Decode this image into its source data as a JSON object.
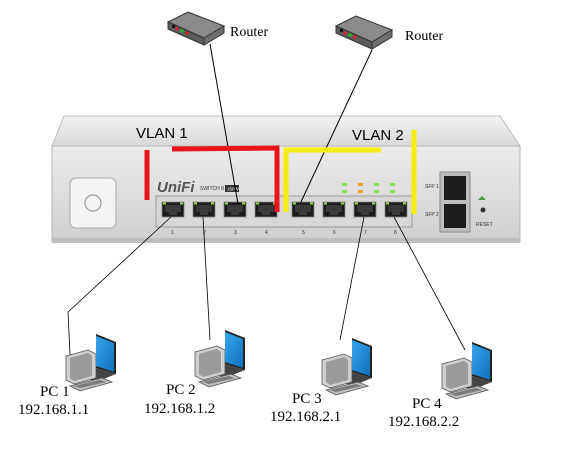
{
  "routers": [
    {
      "label": "Router"
    },
    {
      "label": "Router"
    }
  ],
  "switch": {
    "brand": "UniFi",
    "model": "SWITCH 8",
    "badge": "150W",
    "port_numbers": [
      "1",
      "2",
      "3",
      "4",
      "5",
      "6",
      "7",
      "8"
    ],
    "sfp_labels": [
      "SFP 1",
      "SFP 2"
    ],
    "reset_label": "RESET"
  },
  "vlans": [
    {
      "label": "VLAN 1",
      "color": "#e8141c"
    },
    {
      "label": "VLAN 2",
      "color": "#f5ec12"
    }
  ],
  "pcs": [
    {
      "name": "PC 1",
      "ip": "192.168.1.1"
    },
    {
      "name": "PC 2",
      "ip": "192.168.1.2"
    },
    {
      "name": "PC 3",
      "ip": "192.168.2.1"
    },
    {
      "name": "PC 4",
      "ip": "192.168.2.2"
    }
  ],
  "colors": {
    "monitor_screen": "#1a8ad4",
    "switch_body": "#e4e4e4"
  },
  "icons": [
    "router-icon",
    "computer-icon",
    "unifi-logo-icon",
    "ethernet-port-icon",
    "sfp-port-icon"
  ]
}
